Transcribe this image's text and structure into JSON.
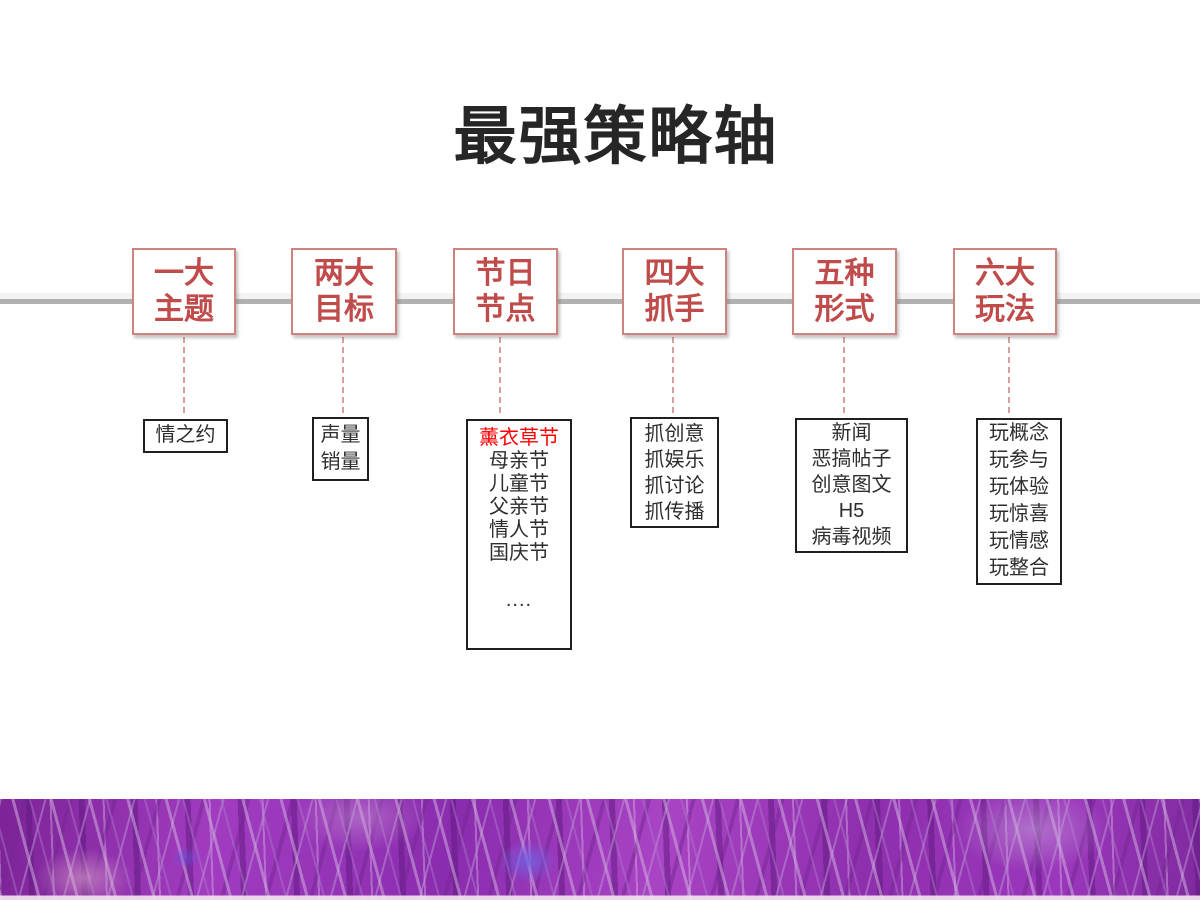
{
  "slide": {
    "title": "最强策略轴"
  },
  "timeline": {
    "stages": [
      {
        "id": "theme",
        "title_lines": [
          "一大",
          "主题"
        ],
        "items": [
          "情之约"
        ]
      },
      {
        "id": "goals",
        "title_lines": [
          "两大",
          "目标"
        ],
        "items": [
          "声量",
          "销量"
        ]
      },
      {
        "id": "festivals",
        "title_lines": [
          "节日",
          "节点"
        ],
        "items": [
          "薰衣草节",
          "母亲节",
          "儿童节",
          "父亲节",
          "情人节",
          "国庆节",
          "...."
        ],
        "highlight_item": "薰衣草节"
      },
      {
        "id": "grips",
        "title_lines": [
          "四大",
          "抓手"
        ],
        "items": [
          "抓创意",
          "抓娱乐",
          "抓讨论",
          "抓传播"
        ]
      },
      {
        "id": "forms",
        "title_lines": [
          "五种",
          "形式"
        ],
        "items": [
          "新闻",
          "恶搞帖子",
          "创意图文",
          "H5",
          "病毒视频"
        ]
      },
      {
        "id": "plays",
        "title_lines": [
          "六大",
          "玩法"
        ],
        "items": [
          "玩概念",
          "玩参与",
          "玩体验",
          "玩惊喜",
          "玩情感",
          "玩整合"
        ]
      }
    ]
  },
  "colors": {
    "title_text": "#262626",
    "stage_text": "#bf4c4a",
    "stage_border": "#cf8381",
    "connector": "#d89e9c",
    "highlight_red": "#ff0000",
    "axis_light": "#f3f3f3",
    "axis_dark": "#b1b1b1",
    "detail_border": "#1f1f1f",
    "photo_purple": "#8e2fae"
  }
}
